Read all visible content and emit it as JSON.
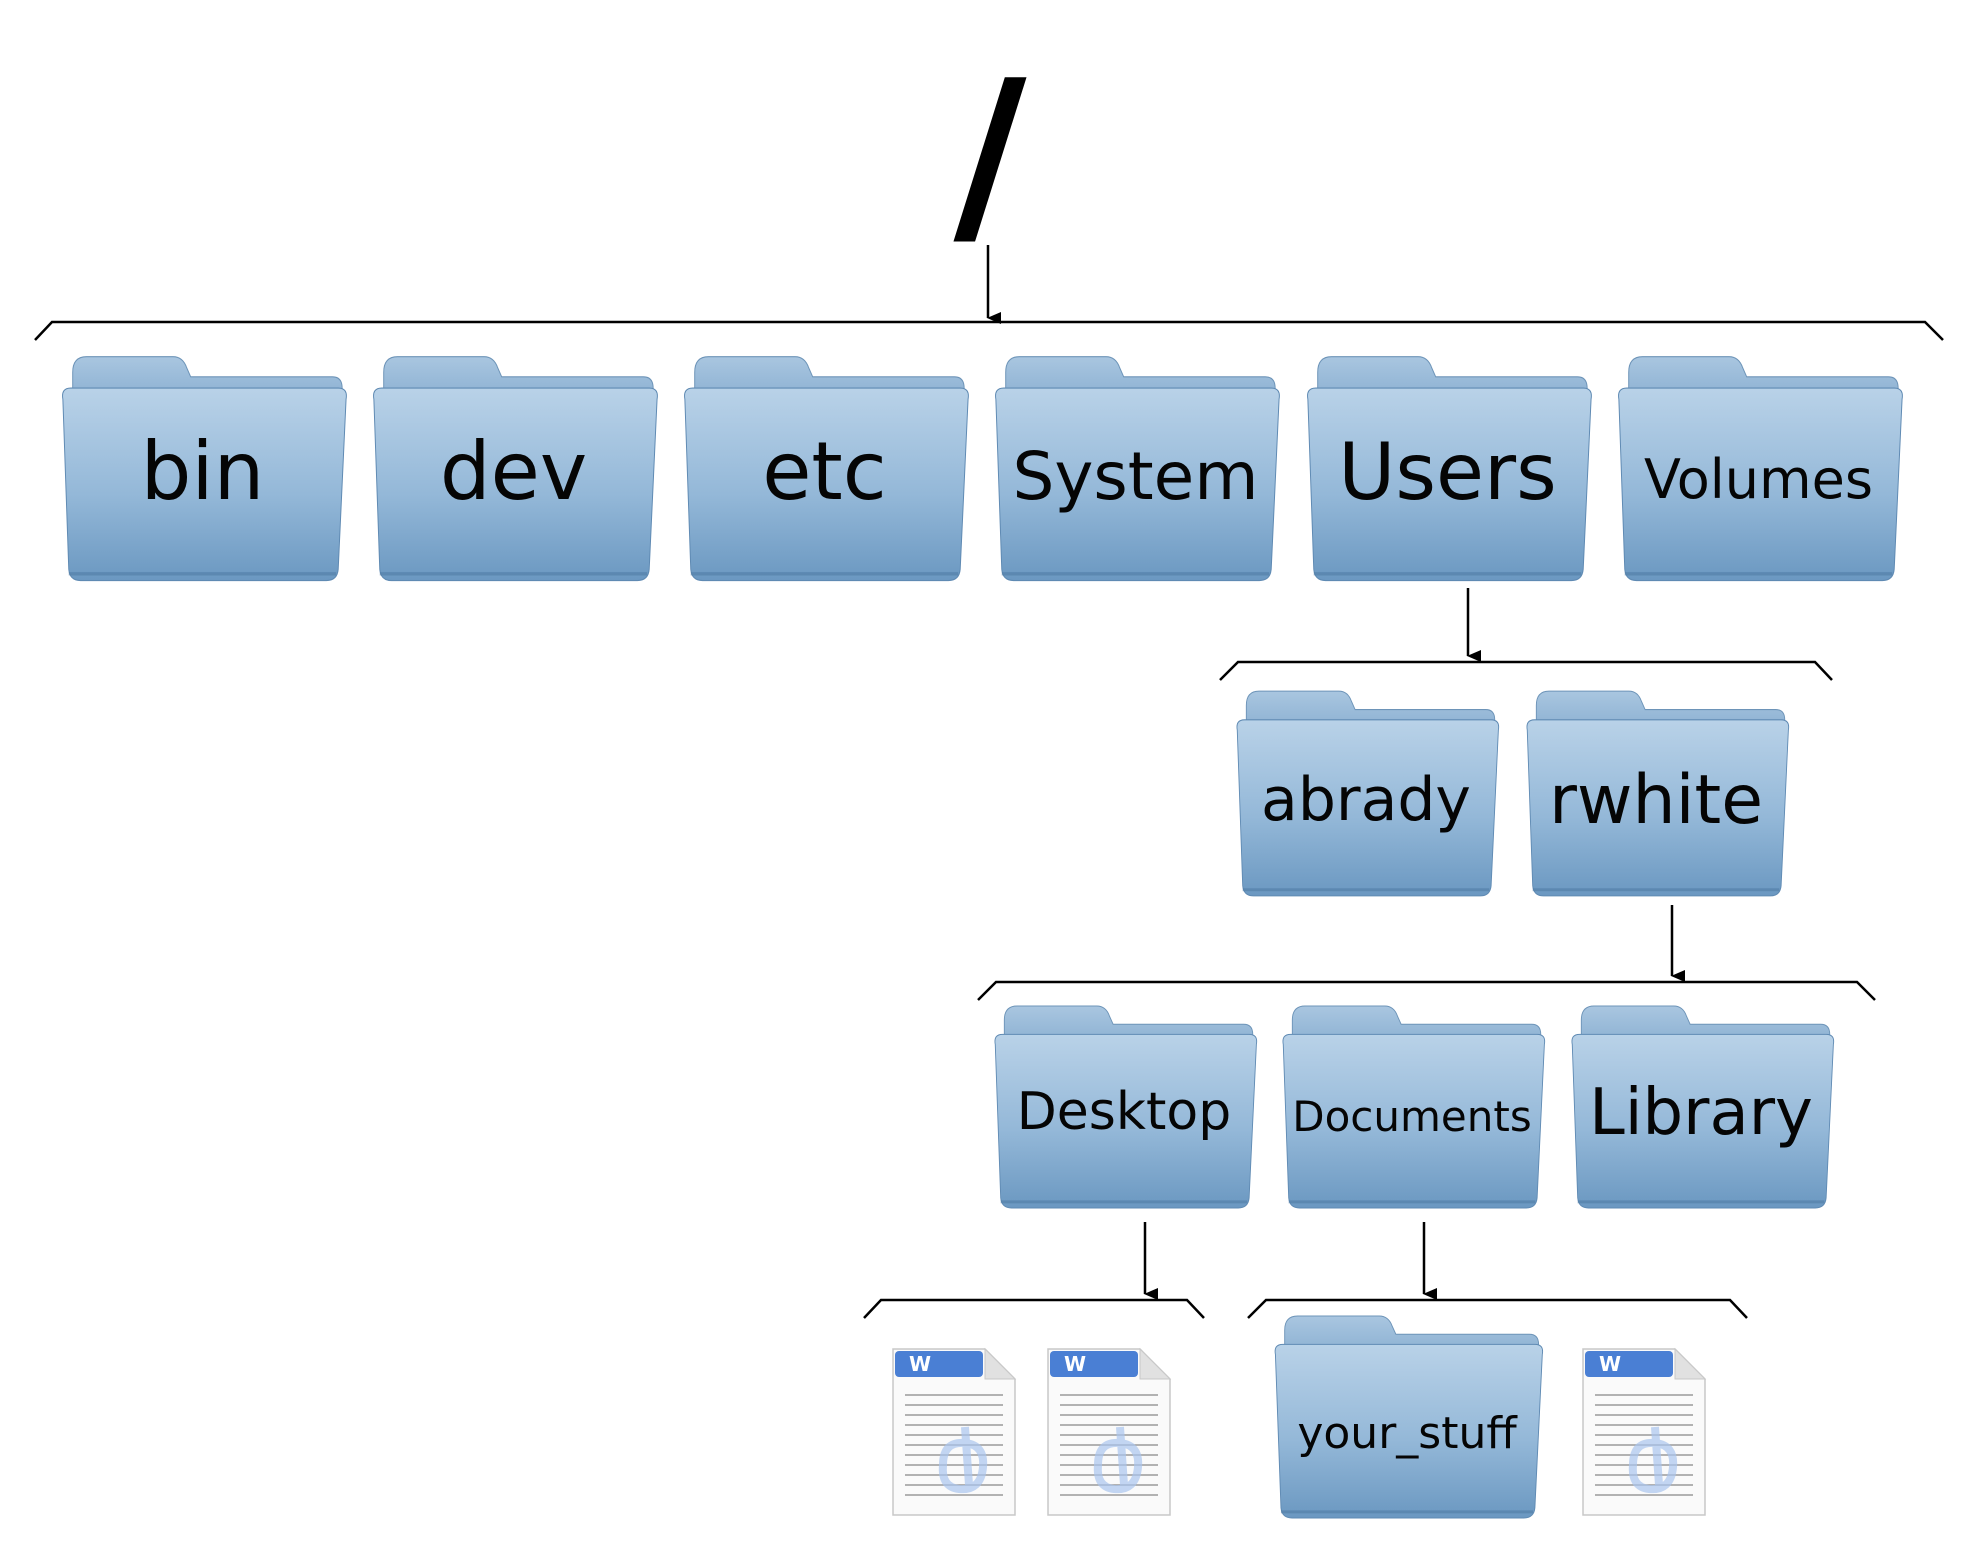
{
  "root": {
    "label": "/"
  },
  "level1": [
    "bin",
    "dev",
    "etc",
    "System",
    "Users",
    "Volumes"
  ],
  "users": [
    "abrady",
    "rwhite"
  ],
  "rwhite": [
    "Desktop",
    "Documents",
    "Library"
  ],
  "documents": {
    "folder": "your_stuff"
  },
  "icons": {
    "folder": "folder-icon",
    "document": "word-document-icon"
  },
  "colors": {
    "folder_top": "#b7d0e6",
    "folder_bottom": "#6e9bc3",
    "folder_tab": "#8fb3d4",
    "line": "#000000"
  }
}
